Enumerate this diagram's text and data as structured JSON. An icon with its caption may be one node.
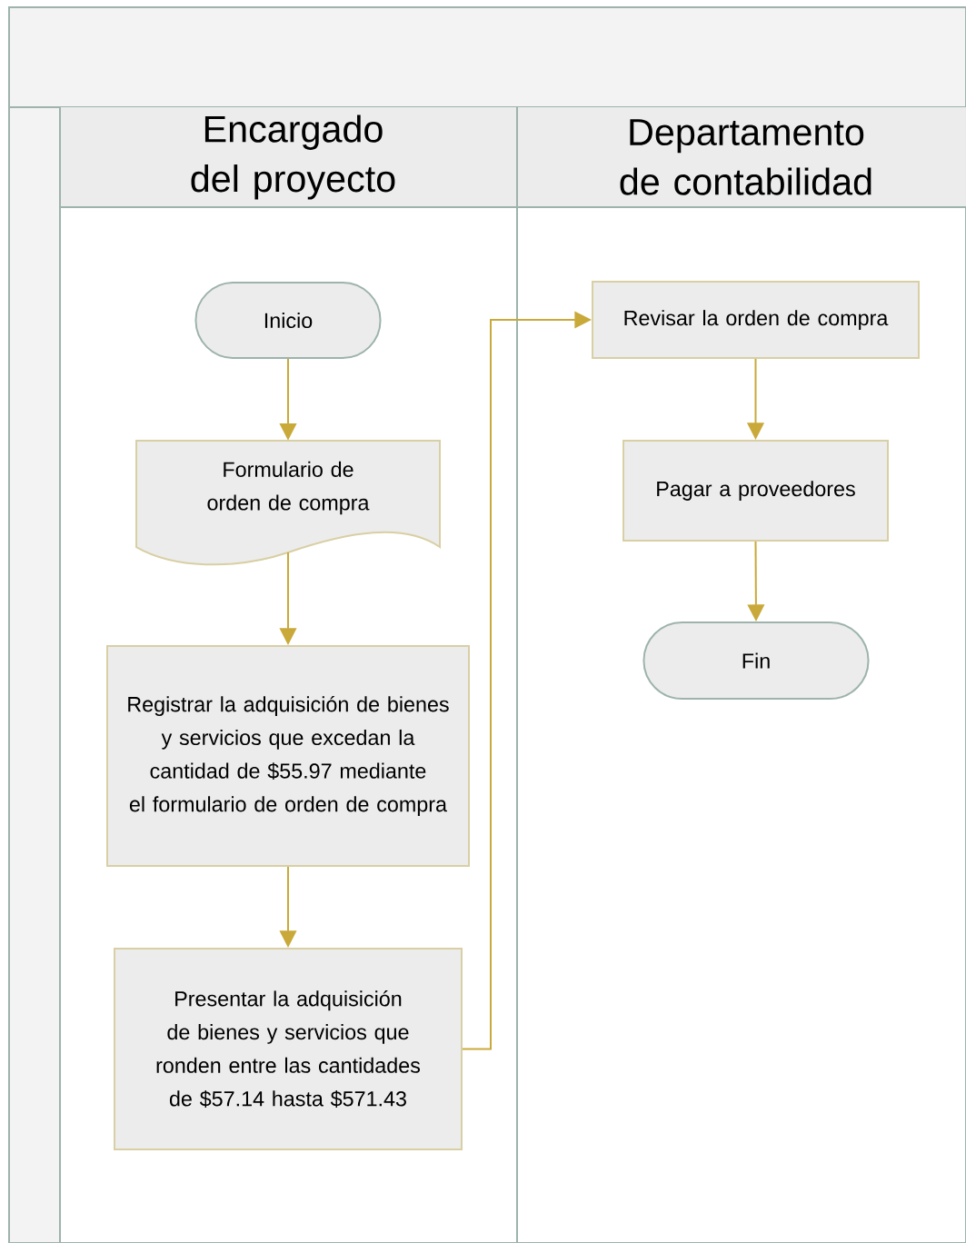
{
  "diagram": {
    "nodes": [
      {
        "text": [],
        "shape": "box"
      },
      {
        "text": [
          "Encargado del proyecto"
        ],
        "in": 0
      },
      {
        "text": [
          "Departamento de contabilidad"
        ],
        "in": 0
      },
      {
        "text": [
          "Inicio"
        ],
        "in": 1
      },
      {
        "text": [
          "Formulario de orden de compra"
        ],
        "in": 1
      },
      {
        "text": [
          "Registrar la adquisición de bienes y servicios que excedan la cantidad de $55.97 mediante el formulario de orden de compra"
        ],
        "in": 1
      },
      {
        "text": [
          "Presentar la adquisición de bienes y servicios que ronden entre las cantidades de $57.14 hasta $571.43"
        ],
        "in": 1
      },
      {
        "text": [
          "Revisar la orden de compra"
        ],
        "in": 2
      },
      {
        "text": [
          "Pagar a proveedores"
        ],
        "in": 2
      },
      {
        "text": [
          "Fin"
        ],
        "in": 2
      }
    ],
    "edges": [
      {
        "from": 3,
        "to": 4,
        "arrow": "to"
      },
      {
        "from": 4,
        "to": 5,
        "arrow": "to"
      },
      {
        "from": 5,
        "to": 6,
        "arrow": "to"
      },
      {
        "from": 6,
        "to": 7,
        "arrow": "to"
      },
      {
        "from": 7,
        "to": 8,
        "arrow": "to"
      },
      {
        "from": 8,
        "to": 9,
        "arrow": "to"
      }
    ]
  }
}
